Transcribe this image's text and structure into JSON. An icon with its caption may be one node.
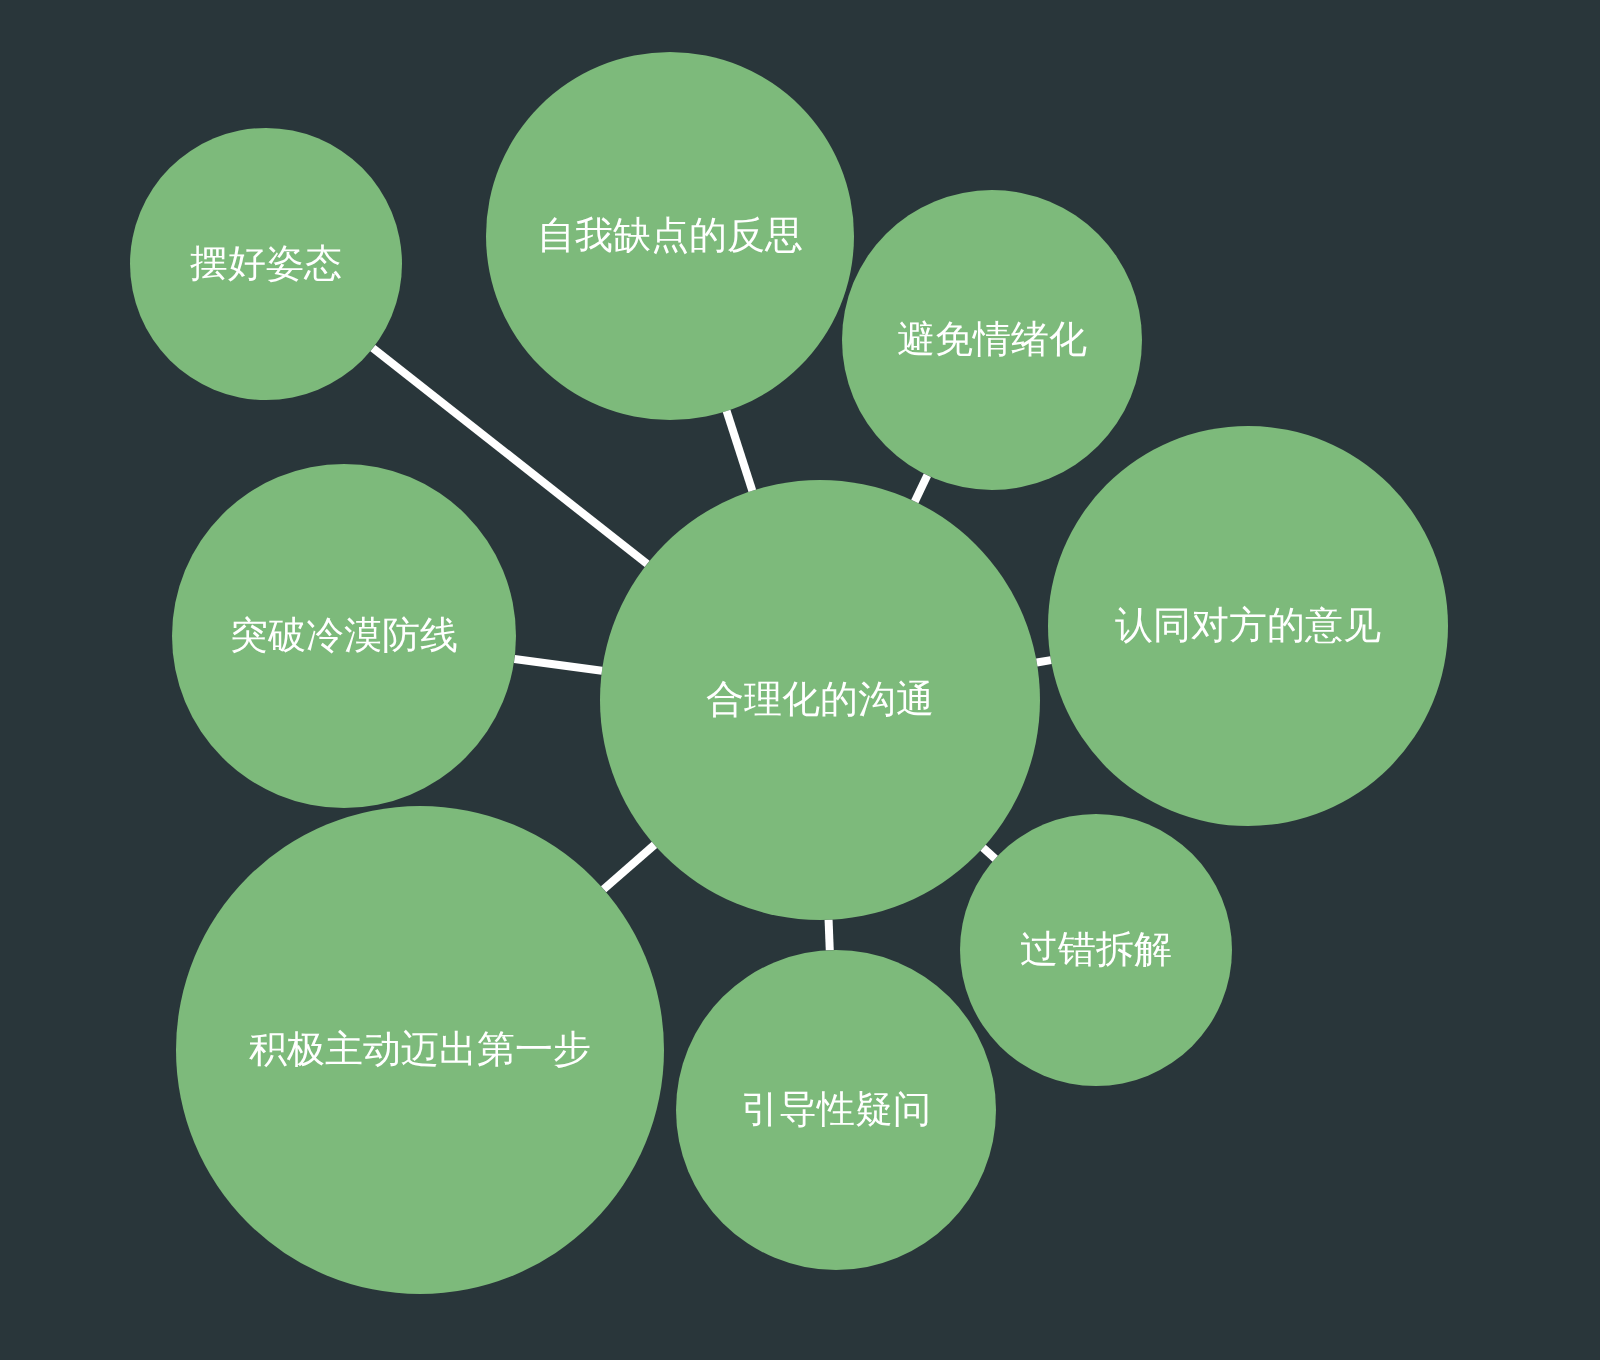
{
  "diagram": {
    "nodes": [
      {
        "text": [
          "摆好姿态"
        ]
      },
      {
        "text": [
          "自我缺点的反思"
        ]
      },
      {
        "text": [
          "避免情绪化"
        ]
      },
      {
        "text": [
          "突破冷漠防线"
        ]
      },
      {
        "text": [
          "认同对方的意见"
        ]
      },
      {
        "text": [
          "合理化的沟通"
        ]
      },
      {
        "text": [
          "过错拆解"
        ]
      },
      {
        "text": [
          "积极主动迈出第一步"
        ]
      },
      {
        "text": [
          "引导性疑问"
        ]
      }
    ],
    "edges": [
      {
        "from": 5,
        "to": 0,
        "arrow": "none"
      },
      {
        "from": 5,
        "to": 1,
        "arrow": "none"
      },
      {
        "from": 5,
        "to": 2,
        "arrow": "none"
      },
      {
        "from": 5,
        "to": 3,
        "arrow": "none"
      },
      {
        "from": 5,
        "to": 4,
        "arrow": "none"
      },
      {
        "from": 5,
        "to": 6,
        "arrow": "none"
      },
      {
        "from": 5,
        "to": 7,
        "arrow": "none"
      },
      {
        "from": 5,
        "to": 8,
        "arrow": "none"
      }
    ]
  }
}
